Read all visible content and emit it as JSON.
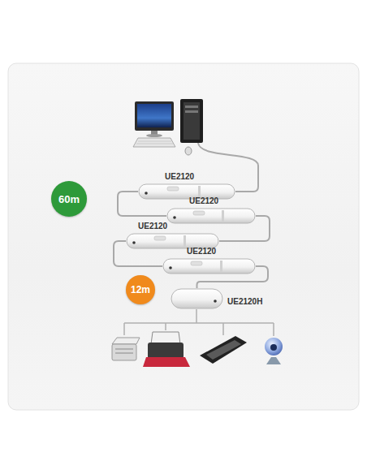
{
  "diagram": {
    "nodes": [
      {
        "text": [
          "UE2120"
        ]
      },
      {
        "text": [
          "60m"
        ]
      },
      {
        "text": [
          "UE2120"
        ]
      },
      {
        "text": [
          "UE2120"
        ]
      },
      {
        "text": [
          "UE2120"
        ]
      },
      {
        "text": [
          "12m"
        ]
      },
      {
        "text": [
          "UE2120H"
        ]
      }
    ],
    "edges": [
      {
        "from": 0,
        "to": 2,
        "arrow": "none"
      },
      {
        "from": 2,
        "to": 3,
        "arrow": "none"
      },
      {
        "from": 3,
        "to": 4,
        "arrow": "none"
      },
      {
        "from": 4,
        "to": 6,
        "arrow": "none"
      }
    ]
  }
}
